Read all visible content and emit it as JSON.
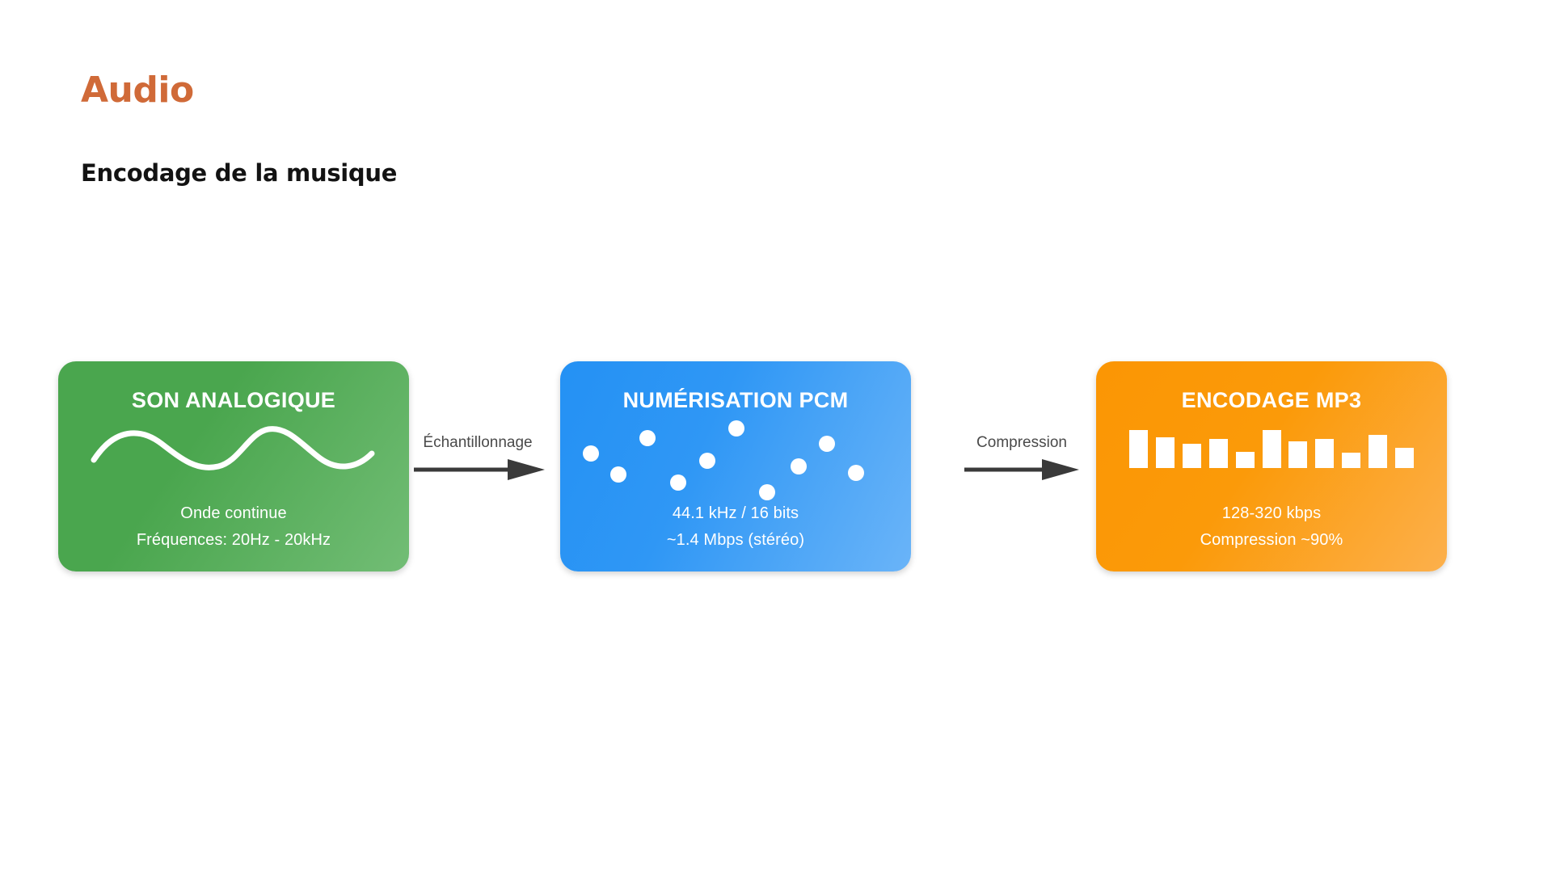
{
  "header": {
    "title": "Audio",
    "subtitle": "Encodage de la musique",
    "title_color": "#d06a38",
    "subtitle_color": "#131313"
  },
  "pipeline": {
    "stages": [
      {
        "id": "analog",
        "title": "SON ANALOGIQUE",
        "line1": "Onde continue",
        "line2": "Fréquences: 20Hz - 20kHz",
        "color": "#4aa64e",
        "color_light": "#72bd75",
        "graphic": "sine-wave-icon"
      },
      {
        "id": "pcm",
        "title": "NUMÉRISATION PCM",
        "line1": "44.1 kHz / 16 bits",
        "line2": "~1.4 Mbps (stéréo)",
        "color": "#2491f4",
        "color_light": "#6ab4f8",
        "graphic": "sample-dots-icon"
      },
      {
        "id": "mp3",
        "title": "ENCODAGE MP3",
        "line1": "128-320 kbps",
        "line2": "Compression ~90%",
        "color": "#fb9604",
        "color_light": "#fcb04c",
        "graphic": "equalizer-bars-icon"
      }
    ],
    "transitions": [
      {
        "id": "sampling",
        "label": "Échantillonnage"
      },
      {
        "id": "compression",
        "label": "Compression"
      }
    ],
    "arrow_color": "#3a3a3a",
    "label_color": "#4a4a4a"
  },
  "chart_data": {
    "type": "scatter",
    "title": "PCM sample points",
    "x": [
      23,
      74,
      126,
      177,
      229,
      280,
      331,
      383,
      434,
      472
    ],
    "y": [
      46,
      72,
      32,
      81,
      59,
      95,
      23,
      66,
      50,
      78
    ],
    "xlabel": "",
    "ylabel": "",
    "grid": false,
    "legend": "none",
    "extra": {
      "type": "bar",
      "title": "MP3 equalizer bars",
      "categories": [
        "1",
        "2",
        "3",
        "4",
        "5",
        "6",
        "7",
        "8",
        "9",
        "10",
        "11"
      ],
      "values": [
        47,
        38,
        30,
        36,
        20,
        47,
        33,
        36,
        19,
        41,
        25
      ],
      "ylim": [
        0,
        52
      ]
    }
  }
}
